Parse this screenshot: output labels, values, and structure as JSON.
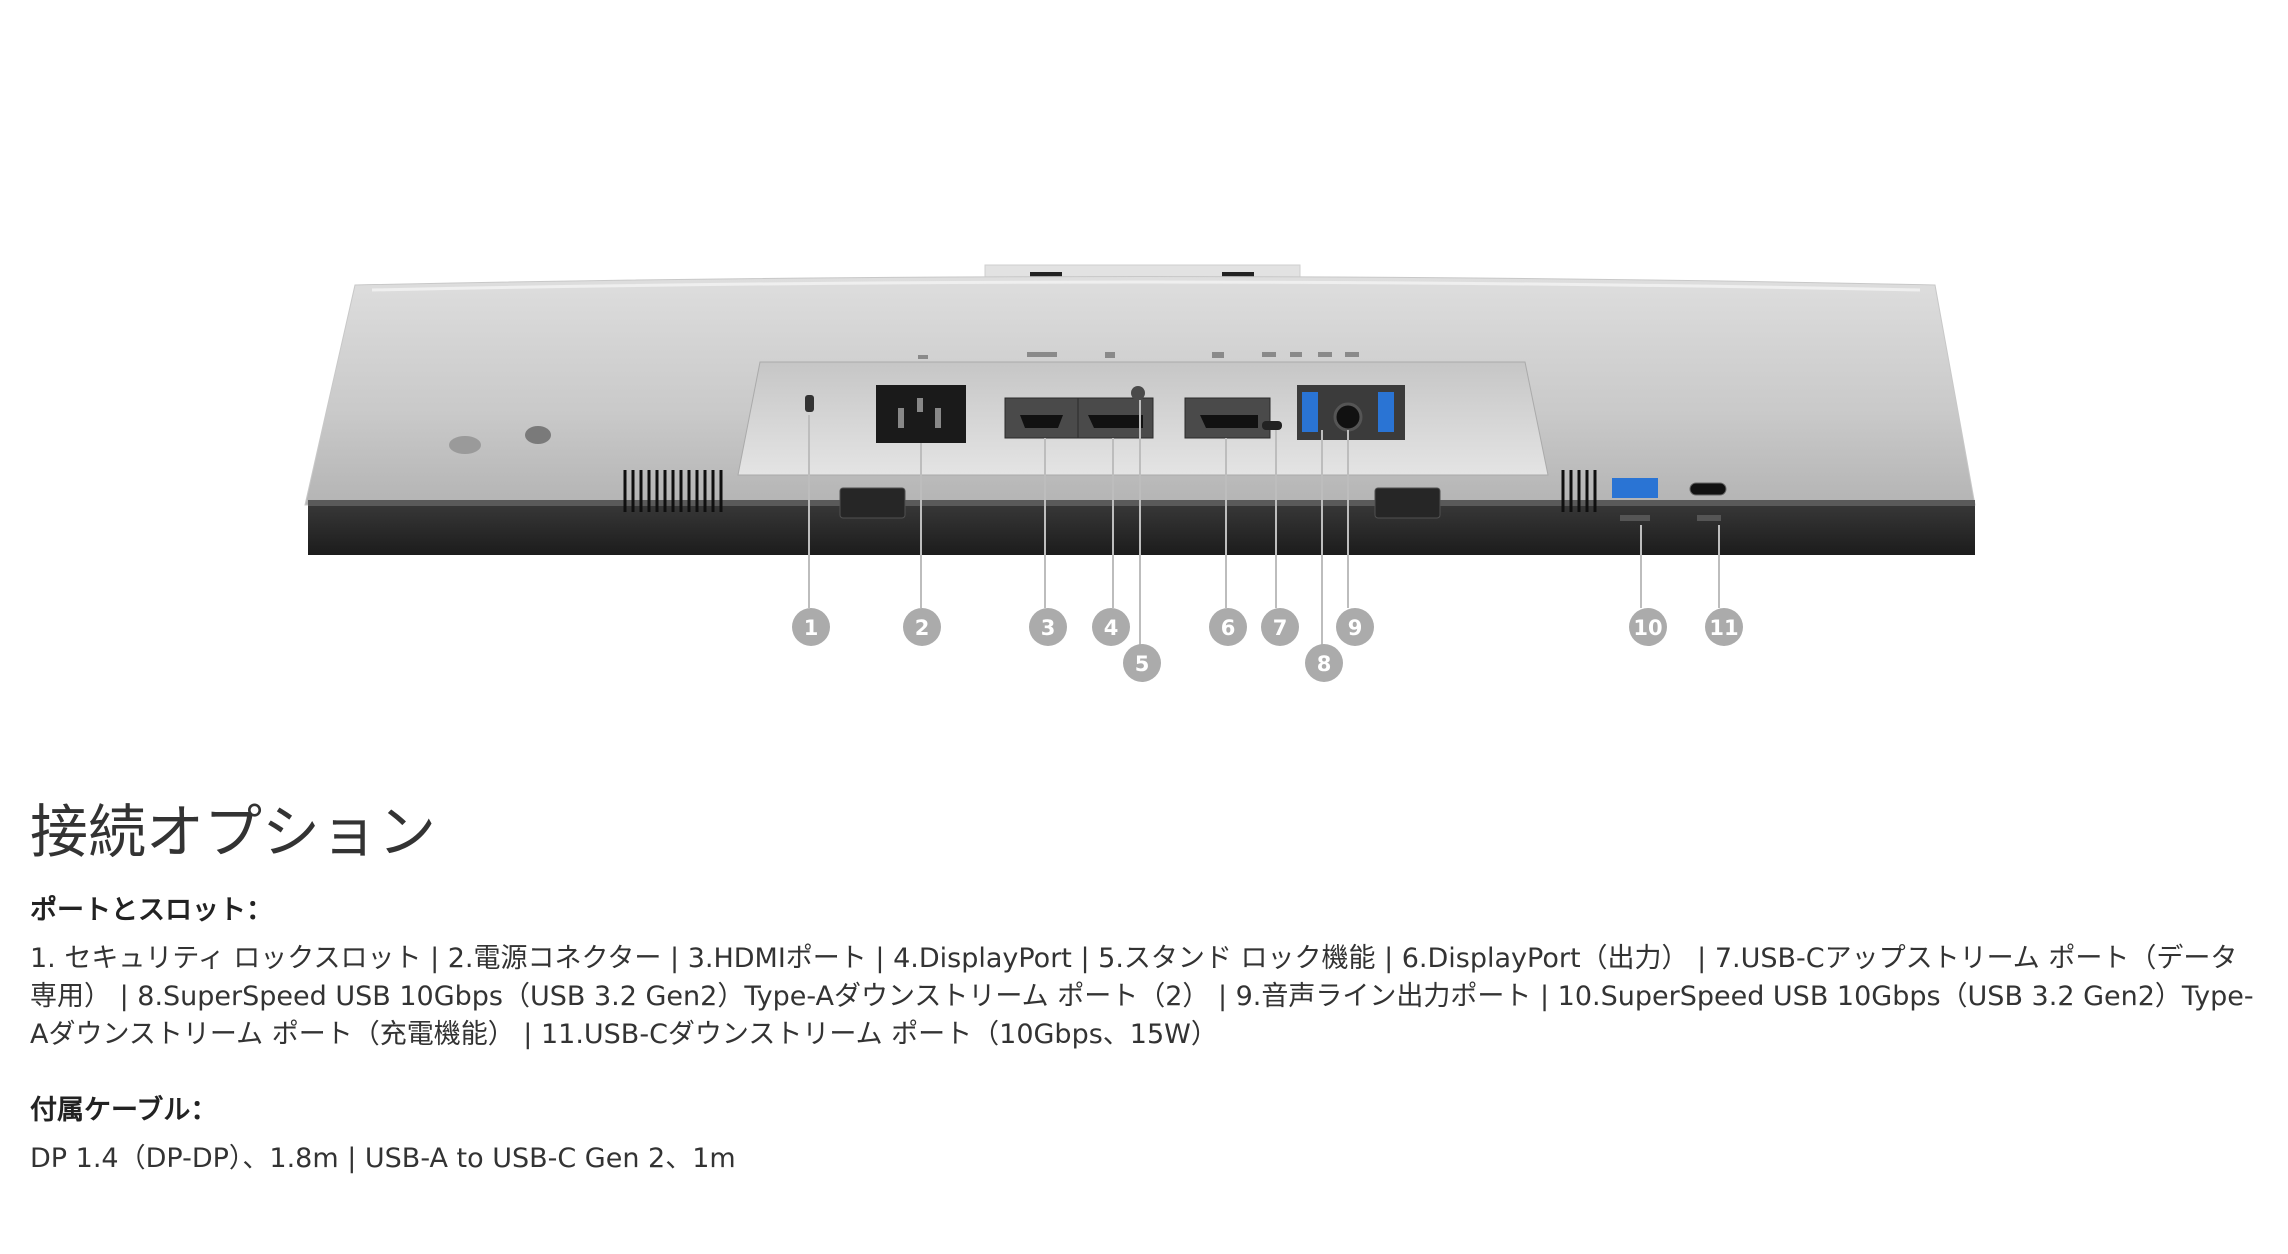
{
  "figure": {
    "callouts": [
      "1",
      "2",
      "3",
      "4",
      "5",
      "6",
      "7",
      "8",
      "9",
      "10",
      "11"
    ]
  },
  "section": {
    "title": "接続オプション",
    "ports_heading": "ポートとスロット：",
    "ports_text": "1. セキュリティ ロックスロット | 2.電源コネクター | 3.HDMIポート | 4.DisplayPort | 5.スタンド ロック機能 | 6.DisplayPort（出力） | 7.USB-Cアップストリーム ポート（データ専用） | 8.SuperSpeed USB 10Gbps（USB 3.2 Gen2）Type-Aダウンストリーム ポート（2） | 9.音声ライン出力ポート | 10.SuperSpeed USB 10Gbps（USB 3.2 Gen2）Type-Aダウンストリーム ポート（充電機能） | 11.USB-Cダウンストリーム ポート（10Gbps、15W）",
    "cables_heading": "付属ケーブル：",
    "cables_text": "DP 1.4（DP-DP）、1.8m | USB-A to USB-C Gen 2、1m"
  }
}
